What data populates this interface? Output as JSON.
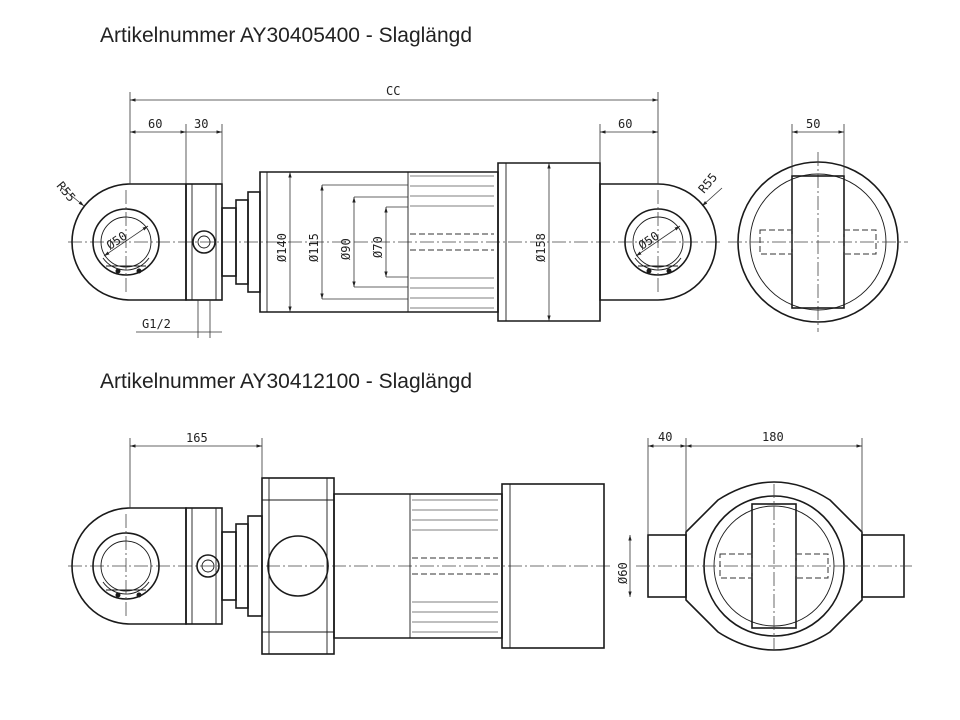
{
  "headings": {
    "top": "Artikelnummer AY30405400 - Slaglängd",
    "bottom": "Artikelnummer AY30412100 - Slaglängd"
  },
  "drawing1": {
    "cc": "CC",
    "d60_left": "60",
    "d30": "30",
    "d60_right": "60",
    "d50_top": "50",
    "r55_left": "R55",
    "r55_right": "R55",
    "phi50_left": "Ø50",
    "phi50_right": "Ø50",
    "phi140": "Ø140",
    "phi115": "Ø115",
    "phi90": "Ø90",
    "phi70": "Ø70",
    "phi158": "Ø158",
    "port": "G1/2"
  },
  "drawing2": {
    "d165": "165",
    "d40": "40",
    "d180": "180",
    "phi60": "Ø60"
  }
}
